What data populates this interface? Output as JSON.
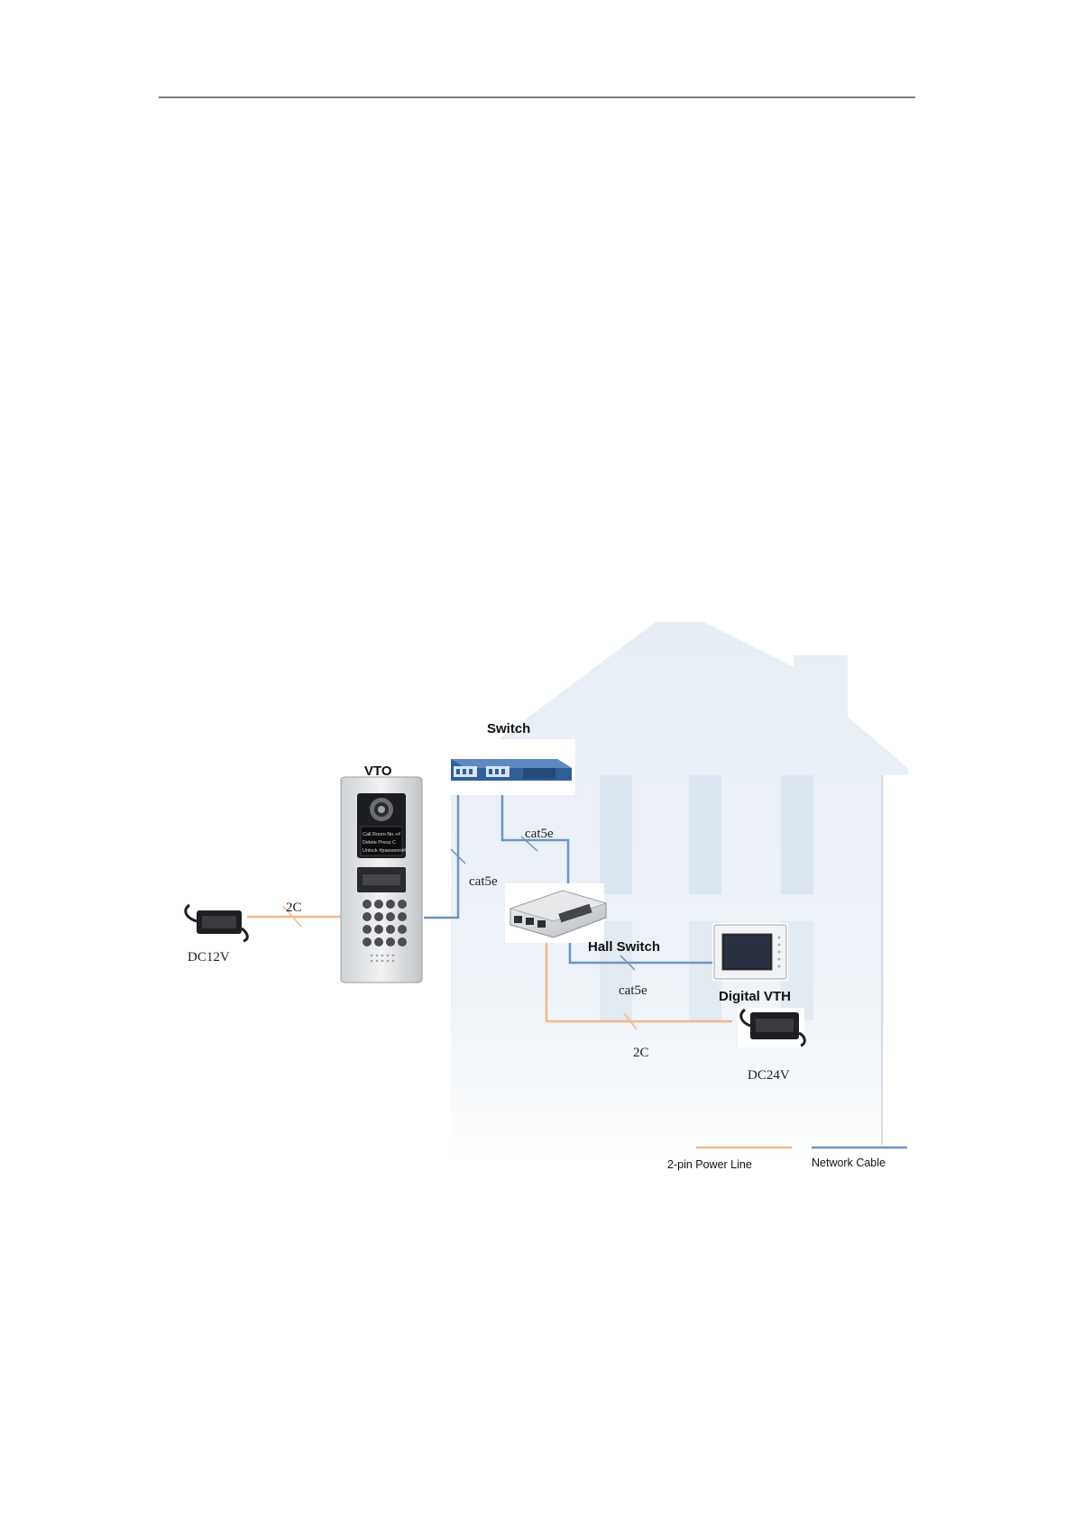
{
  "diagram": {
    "nodes": {
      "switch": "Switch",
      "vto": "VTO",
      "hall_switch": "Hall Switch",
      "digital_vth": "Digital VTH",
      "psu_left": "DC12V",
      "psu_right": "DC24V"
    },
    "vto_screen_lines": [
      "Call  Room No.+#",
      "Delete Press C",
      "Unlock #password#"
    ],
    "cable_labels": {
      "vto_to_psu": "2C",
      "vto_to_switch": "cat5e",
      "switch_to_hall": "cat5e",
      "hall_to_vth": "cat5e",
      "hall_to_psu": "2C"
    },
    "legend": {
      "power_line": "2-pin Power Line",
      "network_cable": "Network Cable"
    }
  },
  "colors": {
    "power_line": "#f2b88a",
    "network_cable": "#6f92c2",
    "house": "#e9eff5",
    "switch_body": "#2f5f98"
  }
}
